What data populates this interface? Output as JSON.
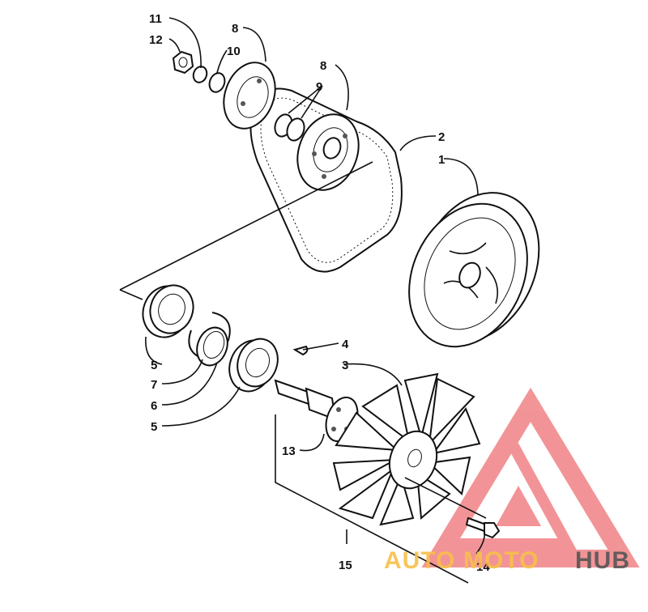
{
  "diagram": {
    "callouts": {
      "c1": "1",
      "c2": "2",
      "c3": "3",
      "c4": "4",
      "c5a": "5",
      "c5b": "5",
      "c6": "6",
      "c7": "7",
      "c8a": "8",
      "c8b": "8",
      "c9": "9",
      "c10": "10",
      "c11": "11",
      "c12": "12",
      "c13": "13",
      "c14": "14",
      "c15": "15"
    }
  },
  "watermark": {
    "part1": "AUTO",
    "part2": "MOTO",
    "part3": "HUB",
    "color_primary": "#f0787a",
    "color_secondary": "#f7c04a",
    "color_tertiary": "#555555"
  }
}
